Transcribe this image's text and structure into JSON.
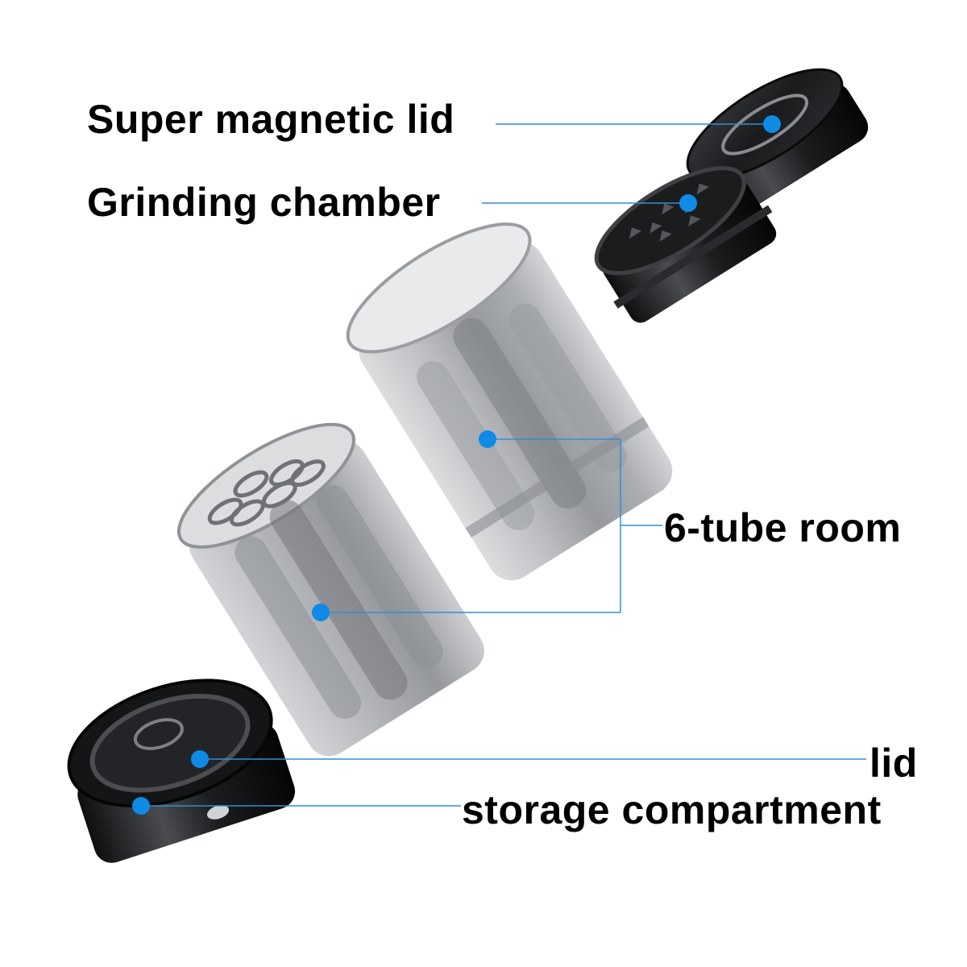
{
  "labels": {
    "super_magnetic_lid": "Super magnetic lid",
    "grinding_chamber": "Grinding chamber",
    "six_tube_room": "6-tube room",
    "lid": "lid",
    "storage_compartment": "storage compartment"
  },
  "colors": {
    "callout_line": "#2f8fd8",
    "callout_dot": "#0f8ae6",
    "label_text": "#000000",
    "metal_dark": "#1f2022",
    "translucent_body": "#8c8f94"
  }
}
